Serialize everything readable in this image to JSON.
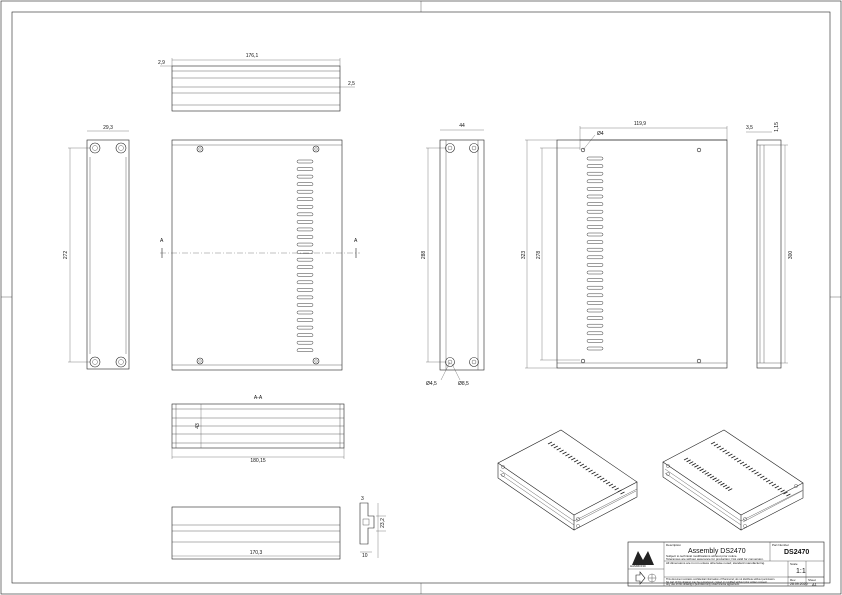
{
  "dimensions": {
    "top_width": "176,1",
    "top_left": "2,9",
    "top_right": "2,5",
    "left_width": "29,3",
    "left_height": "272",
    "front_section_a_left": "A",
    "front_section_a_right": "A",
    "side_width": "44",
    "side_height": "288",
    "side_hole_inner": "Ø4,5",
    "side_hole_outer": "Ø8,5",
    "right_width": "119,9",
    "right_hole": "Ø4",
    "right_height_outer": "323",
    "right_height_inner": "278",
    "far_right_top_1": "3,5",
    "far_right_top_2": "1,15",
    "far_right_height": "300",
    "section_title": "A-A",
    "section_width": "180,15",
    "section_height": "43",
    "bottom_width": "170,3",
    "small_top": "3",
    "small_mid": "23,2",
    "small_bottom": "10"
  },
  "title_block": {
    "description_label": "Description",
    "title": "Assembly DS2470",
    "part_number_label": "Part Number",
    "part_number": "DS2470",
    "note_line_1": "Subject to technical modifications without prior notice.",
    "note_line_2": "Tolerances are without assurance for production; Not valid for conversion.",
    "note_line_3": "All dimensions are in mm unless otherwise noted; standard manufacturing.",
    "fine_print_1": "This document contains confidential information of Hammond; do not distribute without permission.",
    "fine_print_2": "No part of this drawing may be reproduced, copied or modified without prior written consent.",
    "fine_print_3": "Any use of this drawing is permitted only under license agreement.",
    "company": "HAMMOND",
    "scale_label": "Scale",
    "scale": "1:1",
    "rev_label": "Rev.",
    "date": "28.09.2020",
    "sheet_label": "Sheet",
    "sheet_size": "A1"
  }
}
